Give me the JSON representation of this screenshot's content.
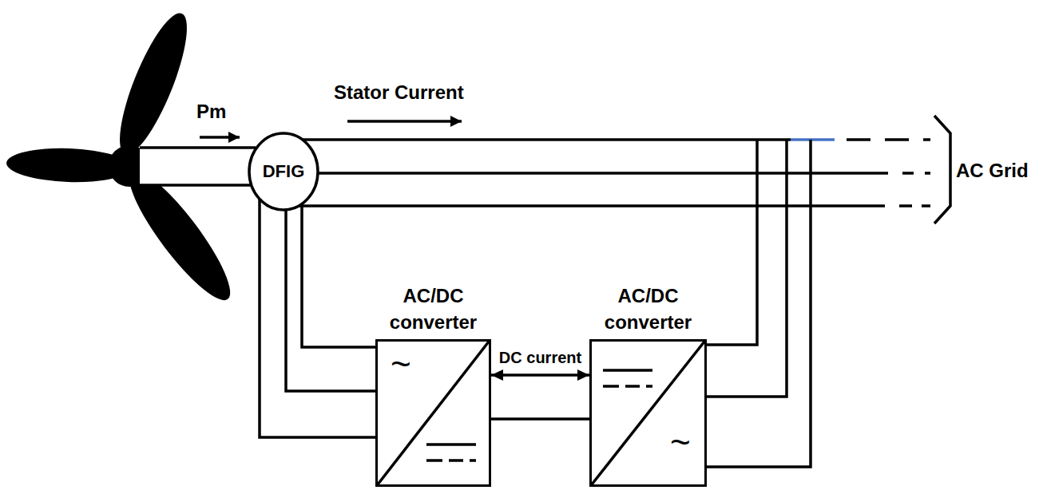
{
  "diagram": {
    "nodes": [
      {
        "text": [
          "DFIG"
        ]
      },
      {
        "text": [
          "AC/DC converter",
          "~"
        ]
      },
      {
        "text": [
          "AC/DC converter",
          "~"
        ]
      }
    ],
    "edges": [
      {
        "from": 0,
        "to": 1,
        "arrow": "none"
      },
      {
        "from": 1,
        "to": 2,
        "label": "DC current",
        "arrow": "both"
      }
    ],
    "labels": [
      "Pm",
      "Stator Current",
      "AC Grid"
    ]
  }
}
